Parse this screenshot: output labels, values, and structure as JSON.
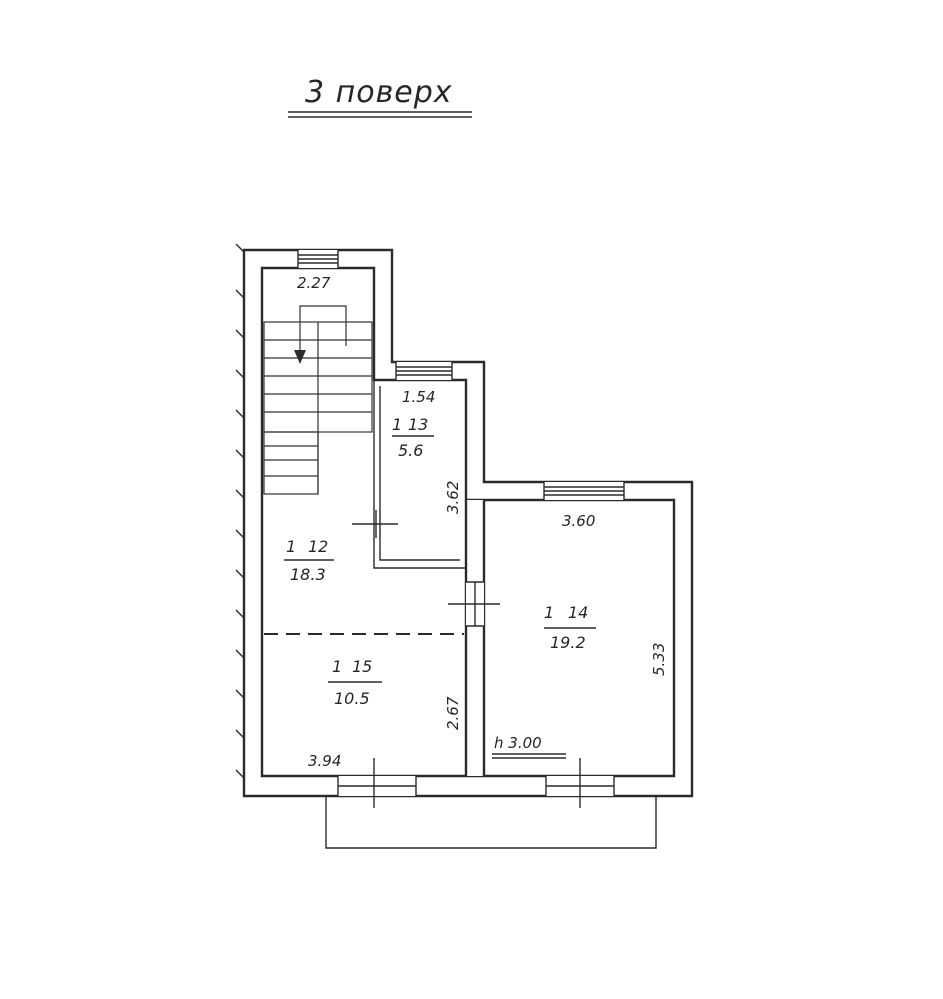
{
  "title": "3 поверх",
  "stair_width": "2.27",
  "rooms": [
    {
      "id": "13",
      "prefix": "1",
      "number": "13",
      "area": "5.6",
      "width": "1.54",
      "length": "3.62"
    },
    {
      "id": "12",
      "prefix": "1",
      "number": "12",
      "area": "18.3"
    },
    {
      "id": "15",
      "prefix": "1",
      "number": "15",
      "area": "10.5",
      "width": "3.94",
      "length": "2.67"
    },
    {
      "id": "14",
      "prefix": "1",
      "number": "14",
      "area": "19.2",
      "width": "3.60",
      "length": "5.33"
    }
  ],
  "height_note": "h 3.00",
  "colors": {
    "ink": "#2b2b2b",
    "paper": "#ffffff"
  }
}
